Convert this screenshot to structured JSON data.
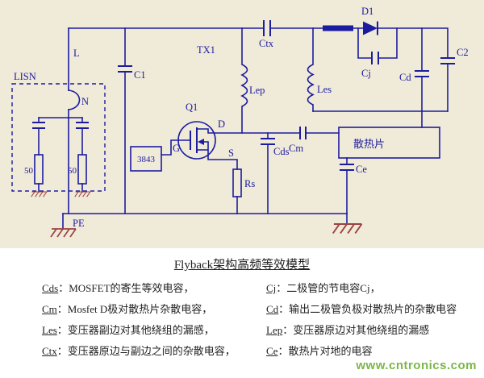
{
  "colors": {
    "circuit_bg": "#f0ead8",
    "wire": "#1c1ca0",
    "ground": "#9a4343",
    "heatsink_fill": "#f6f0b4",
    "watermark_green": "#7ab648",
    "text": "#222222"
  },
  "circuit": {
    "lisn_label": "LISN",
    "line_label": "L",
    "neutral_label": "N",
    "r_left": "50",
    "r_right": "50",
    "pe_label": "PE",
    "c1": "C1",
    "tx1": "TX1",
    "lep": "Lep",
    "les": "Les",
    "ctx": "Ctx",
    "q1": "Q1",
    "drain": "D",
    "gate": "G",
    "source": "S",
    "chip": "3843",
    "rs": "Rs",
    "cds": "Cds",
    "cm": "Cm",
    "d1": "D1",
    "cj": "Cj",
    "c2": "C2",
    "cd": "Cd",
    "heatsink": "散热片",
    "ce": "Ce"
  },
  "caption": {
    "title": "Flyback架构高频等效模型",
    "rows": [
      {
        "lterm": "Cds",
        "ltext": "：MOSFET的寄生等效电容，",
        "rterm": "Cj",
        "rtext": "：二极管的节电容Cj，"
      },
      {
        "lterm": "Cm",
        "ltext": "：Mosfet D极对散热片杂散电容，",
        "rterm": "Cd",
        "rtext": "：输出二极管负极对散热片的杂散电容"
      },
      {
        "lterm": "Les",
        "ltext": "：变压器副边对其他绕组的漏感，",
        "rterm": "Lep",
        "rtext": "：变压器原边对其他绕组的漏感"
      },
      {
        "lterm": "Ctx",
        "ltext": "：变压器原边与副边之间的杂散电容，",
        "rterm": "Ce",
        "rtext": "：散热片对地的电容"
      }
    ]
  },
  "watermark": "www.cntronics.com"
}
